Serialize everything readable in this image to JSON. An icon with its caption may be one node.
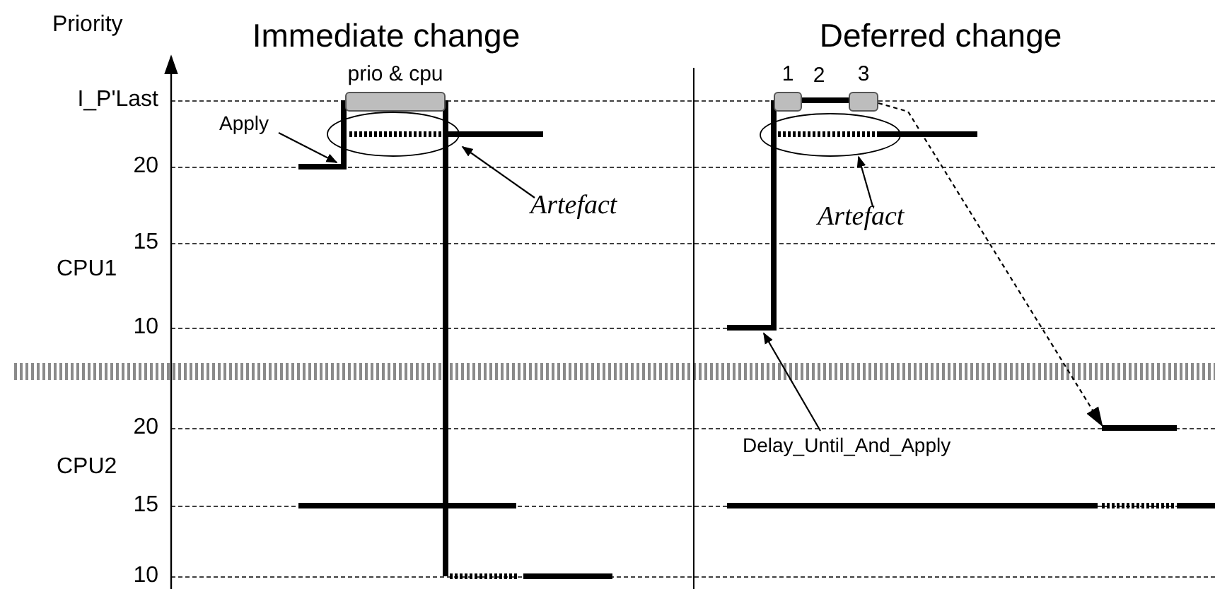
{
  "diagram": {
    "nodes": [
      {
        "text": [
          "prio & cpu"
        ]
      },
      {
        "text": [
          "1"
        ]
      },
      {
        "text": [
          "3"
        ]
      },
      {
        "text": [],
        "shape": "ellipse"
      },
      {
        "text": [],
        "shape": "ellipse"
      },
      {
        "text": [
          "Apply"
        ]
      },
      {
        "text": [
          "Artefact"
        ]
      },
      {
        "text": [
          "Artefact"
        ]
      },
      {
        "text": [
          "Delay_Until_And_Apply"
        ]
      },
      {
        "text": [],
        "shape": "line"
      },
      {
        "text": [],
        "shape": "line"
      },
      {
        "text": [],
        "shape": "line"
      }
    ],
    "edges": [
      {
        "from": 5,
        "to": 9,
        "arrow": "to"
      },
      {
        "from": 6,
        "to": 3,
        "arrow": "to"
      },
      {
        "from": 7,
        "to": 4,
        "arrow": "to"
      },
      {
        "from": 8,
        "to": 10,
        "arrow": "to"
      },
      {
        "from": 2,
        "to": 11,
        "arrow": "to",
        "style": "dashed"
      }
    ],
    "labels": [
      "Priority",
      "Immediate change",
      "Deferred change",
      "I_P'Last",
      "20",
      "15",
      "CPU1",
      "10",
      "20",
      "CPU2",
      "15",
      "10",
      "2"
    ]
  }
}
